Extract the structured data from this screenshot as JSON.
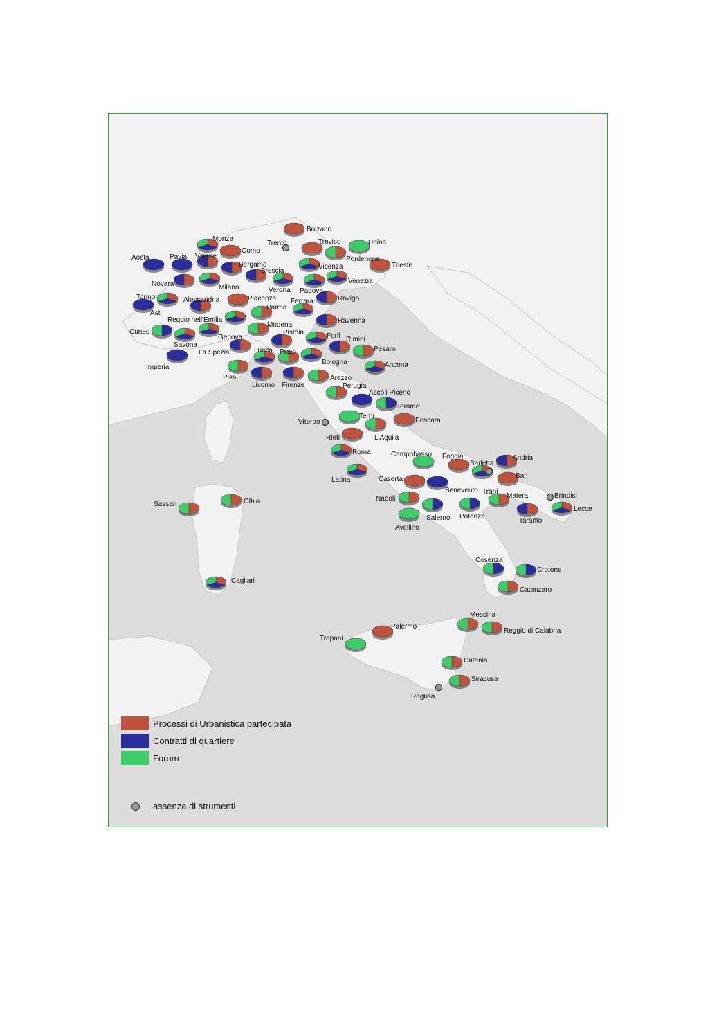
{
  "colors": {
    "urbanistica": "#c0533e",
    "contratti": "#2b2d9e",
    "forum": "#3dcc6a",
    "absence": "#9a9a9a",
    "frame": "#2e9e3e",
    "sea": "#dcdcdc",
    "land": "#f2f2f2"
  },
  "legend": {
    "urbanistica": "Processi di Urbanistica partecipata",
    "contratti": "Contratti di quartiere",
    "forum": "Forum",
    "absence": "assenza di strumenti"
  },
  "cities": [
    {
      "name": "Bolzano",
      "mix": "U"
    },
    {
      "name": "Trento",
      "mix": "none"
    },
    {
      "name": "Treviso",
      "mix": "U"
    },
    {
      "name": "Udine",
      "mix": "F"
    },
    {
      "name": "Pordenone",
      "mix": "UF"
    },
    {
      "name": "Trieste",
      "mix": "U"
    },
    {
      "name": "Monza",
      "mix": "UCF"
    },
    {
      "name": "Como",
      "mix": "U"
    },
    {
      "name": "Aosta",
      "mix": "C"
    },
    {
      "name": "Pavia",
      "mix": "C"
    },
    {
      "name": "Varese",
      "mix": "UC"
    },
    {
      "name": "Bergamo",
      "mix": "UC"
    },
    {
      "name": "Vicenza",
      "mix": "UCF"
    },
    {
      "name": "Brescia",
      "mix": "UC"
    },
    {
      "name": "Novara",
      "mix": "UC"
    },
    {
      "name": "Milano",
      "mix": "UCF"
    },
    {
      "name": "Verona",
      "mix": "UCF"
    },
    {
      "name": "Padova",
      "mix": "UCF"
    },
    {
      "name": "Venezia",
      "mix": "UCF"
    },
    {
      "name": "Torino",
      "mix": "UCF"
    },
    {
      "name": "Alessandria",
      "mix": "UC"
    },
    {
      "name": "Piacenza",
      "mix": "U"
    },
    {
      "name": "Ferrara",
      "mix": "UCF"
    },
    {
      "name": "Rovigo",
      "mix": "UC"
    },
    {
      "name": "Asti",
      "mix": "C"
    },
    {
      "name": "Parma",
      "mix": "UF"
    },
    {
      "name": "Reggio nell'Emilia",
      "mix": "UCF"
    },
    {
      "name": "Modena",
      "mix": "UF"
    },
    {
      "name": "Ravenna",
      "mix": "UC"
    },
    {
      "name": "Cuneo",
      "mix": "CF"
    },
    {
      "name": "Genova",
      "mix": "UCF"
    },
    {
      "name": "Pistoia",
      "mix": "UC"
    },
    {
      "name": "Forlì",
      "mix": "UCF"
    },
    {
      "name": "Rimini",
      "mix": "UC"
    },
    {
      "name": "Savona",
      "mix": "UCF"
    },
    {
      "name": "La Spezia",
      "mix": "UC"
    },
    {
      "name": "Lucca",
      "mix": "UCF"
    },
    {
      "name": "Prato",
      "mix": "UF"
    },
    {
      "name": "Pesaro",
      "mix": "UF"
    },
    {
      "name": "Imperia",
      "mix": "C"
    },
    {
      "name": "Bologna",
      "mix": "UCF"
    },
    {
      "name": "Ancona",
      "mix": "UCF"
    },
    {
      "name": "Pisa",
      "mix": "UF"
    },
    {
      "name": "Livorno",
      "mix": "UC"
    },
    {
      "name": "Firenze",
      "mix": "UC"
    },
    {
      "name": "Arezzo",
      "mix": "UF"
    },
    {
      "name": "Perugia",
      "mix": "UF"
    },
    {
      "name": "Ascoli Piceno",
      "mix": "C"
    },
    {
      "name": "Teramo",
      "mix": "CF"
    },
    {
      "name": "Terni",
      "mix": "F"
    },
    {
      "name": "Viterbo",
      "mix": "none"
    },
    {
      "name": "Pescara",
      "mix": "U"
    },
    {
      "name": "L'Aquila",
      "mix": "UF"
    },
    {
      "name": "Rieti",
      "mix": "U"
    },
    {
      "name": "Roma",
      "mix": "UCF"
    },
    {
      "name": "Campobasso",
      "mix": "F"
    },
    {
      "name": "Foggia",
      "mix": "U"
    },
    {
      "name": "Barletta",
      "mix": "UCF"
    },
    {
      "name": "Andria",
      "mix": "UC"
    },
    {
      "name": "Latina",
      "mix": "UCF"
    },
    {
      "name": "Caserta",
      "mix": "U"
    },
    {
      "name": "Benevento",
      "mix": "C"
    },
    {
      "name": "Trani",
      "mix": "none"
    },
    {
      "name": "Bari",
      "mix": "U"
    },
    {
      "name": "Brindisi",
      "mix": "none"
    },
    {
      "name": "Napoli",
      "mix": "UF"
    },
    {
      "name": "Matera",
      "mix": "UF"
    },
    {
      "name": "Lecce",
      "mix": "UCF"
    },
    {
      "name": "Salerno",
      "mix": "CF"
    },
    {
      "name": "Potenza",
      "mix": "CF"
    },
    {
      "name": "Taranto",
      "mix": "UC"
    },
    {
      "name": "Avellino",
      "mix": "F"
    },
    {
      "name": "Sassari",
      "mix": "UF"
    },
    {
      "name": "Olbia",
      "mix": "UF"
    },
    {
      "name": "Cagliari",
      "mix": "UCF"
    },
    {
      "name": "Cosenza",
      "mix": "CF"
    },
    {
      "name": "Crotone",
      "mix": "CF"
    },
    {
      "name": "Catanzaro",
      "mix": "UF"
    },
    {
      "name": "Messina",
      "mix": "UF"
    },
    {
      "name": "Reggio di Calabria",
      "mix": "UF"
    },
    {
      "name": "Palermo",
      "mix": "U"
    },
    {
      "name": "Trapani",
      "mix": "F"
    },
    {
      "name": "Catania",
      "mix": "UF"
    },
    {
      "name": "Siracusa",
      "mix": "UF"
    },
    {
      "name": "Ragusa",
      "mix": "none"
    }
  ]
}
